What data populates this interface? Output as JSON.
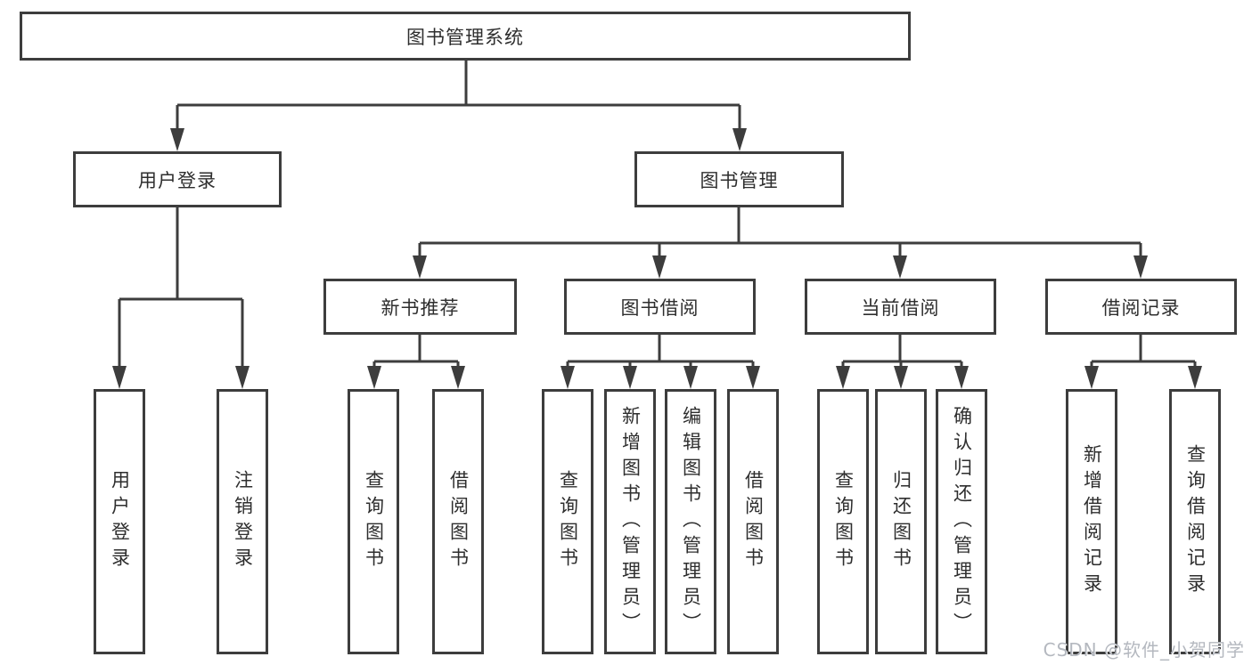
{
  "diagram": {
    "type": "org-tree",
    "colors": {
      "line": "#3d3d3d",
      "box_border": "#3d3d3d",
      "text": "#2e2e2e",
      "watermark": "#b4b8bf",
      "background": "#ffffff"
    }
  },
  "tree": {
    "label": "图书管理系统",
    "children": [
      {
        "label": "用户登录",
        "children": [
          {
            "label": "用户登录"
          },
          {
            "label": "注销登录"
          }
        ]
      },
      {
        "label": "图书管理",
        "children": [
          {
            "label": "新书推荐",
            "children": [
              {
                "label": "查询图书"
              },
              {
                "label": "借阅图书"
              }
            ]
          },
          {
            "label": "图书借阅",
            "children": [
              {
                "label": "查询图书"
              },
              {
                "label": "新增图书（管理员）"
              },
              {
                "label": "编辑图书（管理员）"
              },
              {
                "label": "借阅图书"
              }
            ]
          },
          {
            "label": "当前借阅",
            "children": [
              {
                "label": "查询图书"
              },
              {
                "label": "归还图书"
              },
              {
                "label": "确认归还（管理员）"
              }
            ]
          },
          {
            "label": "借阅记录",
            "children": [
              {
                "label": "新增借阅记录"
              },
              {
                "label": "查询借阅记录"
              }
            ]
          }
        ]
      }
    ]
  },
  "watermark": "CSDN @软件_小贺同学"
}
